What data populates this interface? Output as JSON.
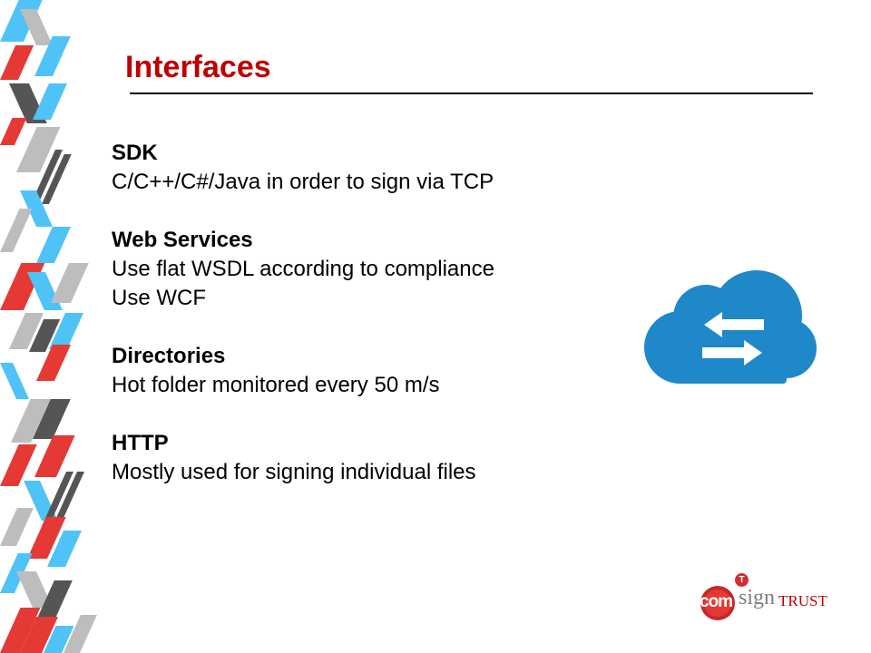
{
  "slide": {
    "title": "Interfaces",
    "title_color": "#c00000",
    "sections": [
      {
        "heading": "SDK",
        "lines": [
          "C/C++/C#/Java in order to sign via TCP"
        ]
      },
      {
        "heading": "Web Services",
        "lines": [
          "Use flat WSDL according to compliance",
          "Use WCF"
        ]
      },
      {
        "heading": "Directories",
        "lines": [
          "Hot folder monitored every 50 m/s"
        ]
      },
      {
        "heading": "HTTP",
        "lines": [
          "Mostly used for signing individual files"
        ]
      }
    ]
  },
  "illustration": {
    "icon": "cloud-sync-icon",
    "color": "#1e88c9"
  },
  "logo": {
    "com": "com",
    "sign": "sign",
    "trust": "TRUST",
    "badge": "T",
    "colors": {
      "red": "#c00000",
      "gray": "#7f7f7f"
    }
  },
  "decoration": {
    "name": "diagonal-stripes-pattern",
    "colors": [
      "#e53935",
      "#4fc3f7",
      "#555555",
      "#bdbdbd"
    ]
  }
}
